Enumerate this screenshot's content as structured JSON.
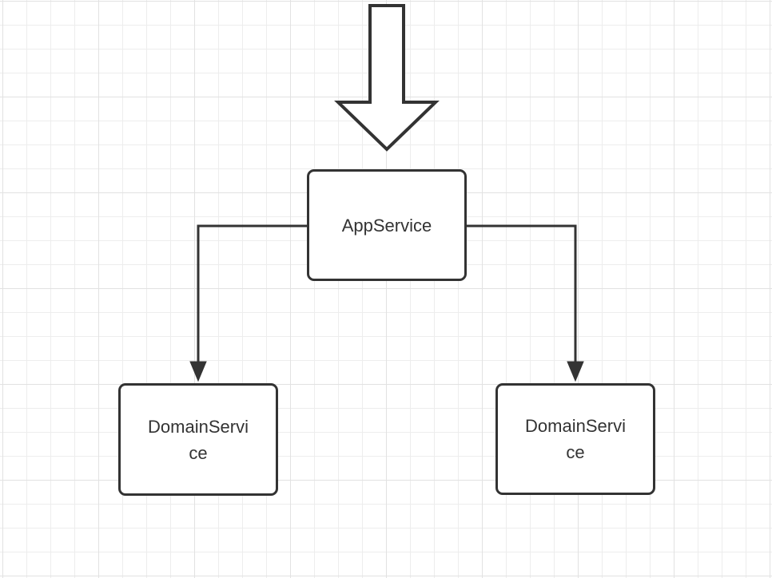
{
  "app": {
    "view": "diagram-canvas"
  },
  "colors": {
    "canvas_bg": "#ffffff",
    "grid_minor": "#ededed",
    "grid_major": "#e2e2e2",
    "shape_stroke": "#333333",
    "shape_fill": "#ffffff",
    "text": "#333333"
  },
  "diagram": {
    "nodes": [
      {
        "id": "app-service",
        "label": "AppService"
      },
      {
        "id": "domain-service-left",
        "label": "DomainService",
        "label_lines": [
          "DomainServi",
          "ce"
        ]
      },
      {
        "id": "domain-service-right",
        "label": "DomainService",
        "label_lines": [
          "DomainServi",
          "ce"
        ]
      }
    ],
    "edges": [
      {
        "from": "offscreen-top",
        "to": "app-service",
        "style": "hollow-block-arrow-down"
      },
      {
        "from": "app-service",
        "to": "domain-service-left",
        "style": "orthogonal-arrow"
      },
      {
        "from": "app-service",
        "to": "domain-service-right",
        "style": "orthogonal-arrow"
      }
    ]
  }
}
